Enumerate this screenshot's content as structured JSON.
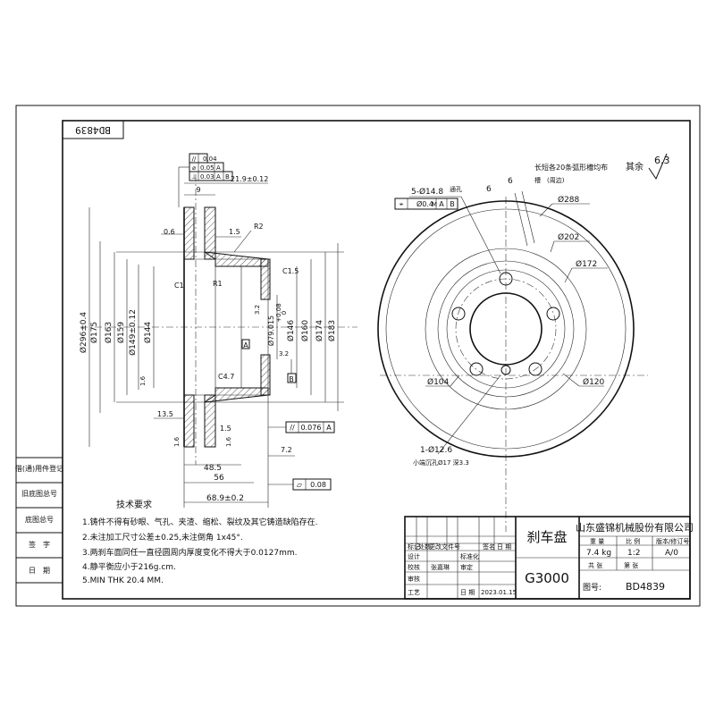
{
  "drawing_number_rotated": "BD4839",
  "side_table": {
    "rows": [
      "借(通)用件登记",
      "旧底图总号",
      "底图总号",
      "签　字",
      "日　期"
    ]
  },
  "tech_requirements": {
    "title": "技术要求",
    "items": [
      "1.铸件不得有砂眼、气孔、夹渣、缩松、裂纹及其它铸造缺陷存在.",
      "2.未注加工尺寸公差±0.25,未注倒角 1x45°.",
      "3.两刹车面同任一直径圆周内厚度变化不得大于0.0127mm.",
      "4.静平衡应小于216g.cm.",
      "5.MIN THK 20.4 MM."
    ]
  },
  "title_block": {
    "part_name": "刹车盘",
    "material": "G3000",
    "company": "山东盛锦机械股份有限公司",
    "header_cells": [
      "标记",
      "处数",
      "更改文件号",
      "签名",
      "日 期"
    ],
    "sign_rows": [
      {
        "label": "设计",
        "name": "",
        "role": "标准化"
      },
      {
        "label": "校核",
        "name": "张嘉琳",
        "role": "审定"
      },
      {
        "label": "审核",
        "name": "",
        "role": ""
      },
      {
        "label": "工艺",
        "name": "",
        "role": "日 期"
      }
    ],
    "date": "2023.01.15",
    "weight_label": "重 量",
    "scale_label": "比 例",
    "version_label": "版本/修订号",
    "weight": "7.4 kg",
    "scale": "1:2",
    "version": "A/0",
    "sheets_label": "共 张",
    "sheet_label": "第 张",
    "drawing_no_label": "图号:",
    "drawing_no": "BD4839"
  },
  "section_view": {
    "gdt": [
      "0.04",
      "0.05",
      "A",
      "0.03",
      "A",
      "B"
    ],
    "gdt_symbols": [
      "//",
      "⌀",
      "⊥"
    ],
    "dims_top": [
      "21.9±0.12",
      "9",
      "0.6",
      "1.5",
      "R2",
      "R1",
      "C1",
      "C1.5"
    ],
    "dims_vertical": [
      "Ø296±0.4",
      "Ø175",
      "Ø163",
      "Ø159",
      "Ø149±0.12",
      "Ø144",
      "Ø79.015",
      "+0.08",
      "0",
      "Ø146",
      "Ø160",
      "Ø174",
      "Ø183"
    ],
    "dims_misc": [
      "3.2",
      "3.2",
      "1.6",
      "C4.7",
      "13.5",
      "1.5",
      "1.6",
      "1.6",
      "7.2",
      "48.5",
      "56",
      "68.9±0.2"
    ],
    "datum_a": "A",
    "datum_b": "B",
    "parallel_tol": {
      "symbol": "//",
      "value": "0.076",
      "datum": "A"
    },
    "flatness_tol": {
      "symbol": "▱",
      "value": "0.08"
    }
  },
  "front_view": {
    "surface_label": "其余",
    "surface_roughness": "6.3",
    "groove_note": "长短各20条弧形槽均布",
    "groove_note2": "(周边)",
    "groove_label": "槽",
    "dim_6a": "6",
    "dim_6b": "6",
    "holes_note": "5-Ø14.8",
    "holes_note_sup": "通孔",
    "gdt_pos": {
      "symbol": "⌖",
      "value": "Ø0.4",
      "mod": "M",
      "datums": [
        "A",
        "B"
      ]
    },
    "dims": [
      "Ø288",
      "Ø202",
      "Ø172",
      "Ø104",
      "Ø120"
    ],
    "small_hole": "1-Ø12.6",
    "small_hole_note": "小端沉孔Ø17 深3.3"
  },
  "colors": {
    "line": "#111111",
    "paper": "#ffffff"
  }
}
